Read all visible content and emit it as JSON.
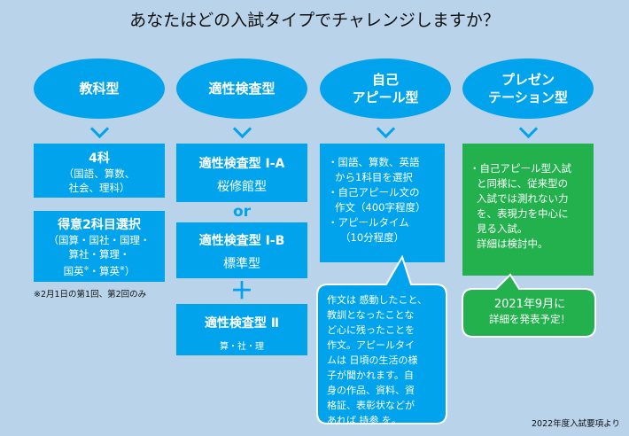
{
  "title": "あなたはどの入試タイプでチャレンジしますか？",
  "col1": {
    "header": "教科型",
    "box1_title": "4科",
    "box1_sub_1": "（国語、算数、",
    "box1_sub_2": "社会、理科）",
    "box2_title": "得意2科目選択",
    "box2_sub_1": "（国算・国社・国理・",
    "box2_sub_2": "算社・算理・",
    "box2_sub_3": "国英",
    "box2_sub_3b": "・算英",
    "box2_sup": "※",
    "box2_close": "）",
    "note": "※2月1日の第1回、第2回のみ"
  },
  "col2": {
    "header": "適性検査型",
    "box1_title": "適性検査型 Ⅰ-A",
    "box1_sub": "桜修館型",
    "or": "or",
    "box2_title": "適性検査型 Ⅰ-B",
    "box2_sub": "標準型",
    "plus": "＋",
    "box3_title": "適性検査型 Ⅱ",
    "box3_sub": "算・社・理"
  },
  "col3": {
    "header_1": "自己",
    "header_2": "アピール型",
    "items": [
      "・国語、算数、英語",
      "から1科目を選択",
      "・自己アピール文の",
      "作文（400字程度）",
      "・アピールタイム",
      "（10分程度）"
    ],
    "callout": [
      "作文は 感動したこと、",
      "教訓となったことな",
      "ど心に残ったことを",
      "作文。アピールタイ",
      "ムは 日頃の生活の様",
      "子が聞かれます。自",
      "身の作品、資料、資",
      "格証、表彰状などが",
      "あれば 持参 を。"
    ]
  },
  "col4": {
    "header_1": "プレゼン",
    "header_2": "テーション型",
    "items": [
      "・自己アピール型入試",
      "と同様に、従来型の",
      "入試では測れない力",
      "を、表現力を中心に",
      "見る入試。",
      "詳細は検討中。"
    ],
    "callout_1": "2021年9月に",
    "callout_2": "詳細を発表予定！"
  },
  "source": "2022年度入試要項より",
  "colors": {
    "blue": "#00a3ec",
    "green": "#22b14c",
    "background": "#b9d4ea"
  }
}
